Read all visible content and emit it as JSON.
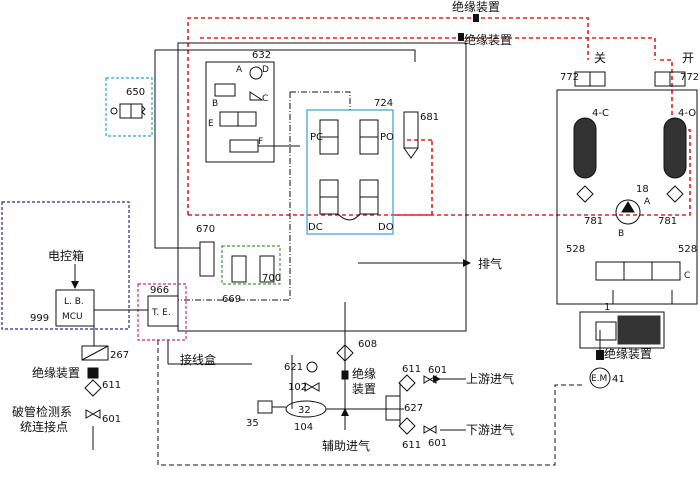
{
  "labels": {
    "insulation_top1": "绝缘装置",
    "insulation_top2": "绝缘装置",
    "close": "关",
    "open": "开",
    "exhaust": "排气",
    "control_box": "电控箱",
    "lb": "L. B.",
    "mcu": "MCU",
    "te": "T. E.",
    "junction_box": "接线盒",
    "insulation_left": "绝缘装置",
    "pipe_burst": "破管检测系",
    "pipe_burst2": "统连接点",
    "insulation_mid1": "绝缘",
    "insulation_mid2": "装置",
    "aux_intake": "辅助进气",
    "upstream_intake": "上游进气",
    "downstream_intake": "下游进气",
    "insulation_right": "绝缘装置",
    "em": "E.M",
    "pc": "PC",
    "po": "PO",
    "dc": "DC",
    "do": "DO",
    "c4": "4-C",
    "o4": "4-O",
    "a": "A",
    "b": "B",
    "c": "C",
    "d": "D",
    "e": "E",
    "f": "F",
    "a2": "A",
    "b2": "B",
    "c2": "C"
  },
  "numbers": {
    "n632": "632",
    "n650": "650",
    "n724": "724",
    "n681": "681",
    "n670": "670",
    "n669": "669",
    "n700": "700",
    "n966": "966",
    "n999": "999",
    "n267": "267",
    "n611a": "611",
    "n601a": "601",
    "n621": "621",
    "n608": "608",
    "n102": "102",
    "n35": "35",
    "n32": "32",
    "n104": "104",
    "n611b": "611",
    "n601b": "601",
    "n627": "627",
    "n611c": "611",
    "n601c": "601",
    "n772a": "772",
    "n772b": "772",
    "n18": "18",
    "n781a": "781",
    "n781b": "781",
    "n528a": "528",
    "n528b": "528",
    "n1": "1",
    "n41": "41"
  },
  "colors": {
    "red_dashed": "#e0201c",
    "blue_box": "#3aa0c8",
    "cyan_box": "#27a7d6",
    "navy_box": "#2a2a90",
    "green_box": "#3c9a3c",
    "pink_box": "#c8307a",
    "line": "#111111"
  }
}
